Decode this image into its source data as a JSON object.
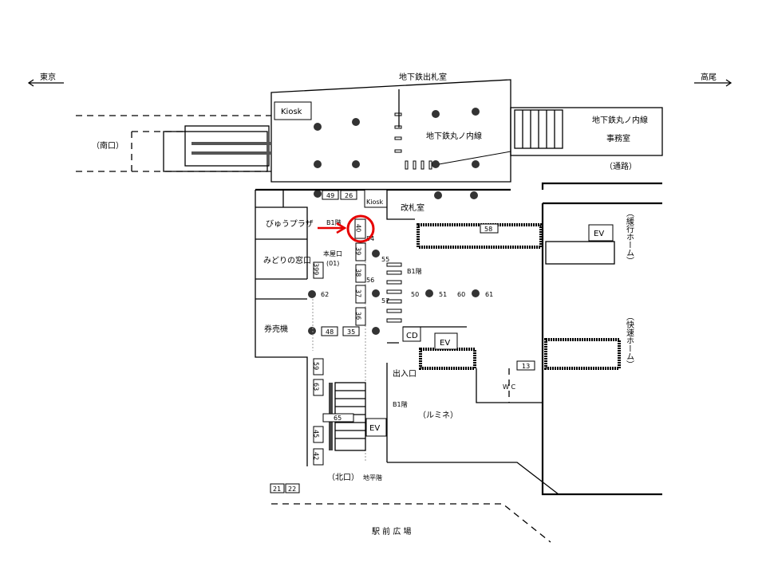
{
  "directions": {
    "left": "東京",
    "right": "高尾"
  },
  "areas": {
    "subway_gate_room": "地下鉄出札室",
    "kiosk_top": "Kiosk",
    "subway_line": "地下鉄丸ノ内線",
    "subway_office_1": "地下鉄丸ノ内線",
    "subway_office_2": "事務室",
    "passage": "（通路）",
    "south_exit": "（南口）",
    "view_plaza": "びゅうプラザ",
    "midori": "みどりの窓口",
    "ticket_machine": "券売機",
    "b1_floor_1": "B1階",
    "honya_exit": "本屋口",
    "honya_code": "(01)",
    "kiosk_small": "Kiosk",
    "gate_room": "改札室",
    "b1_floor_2": "B1階",
    "cd": "CD",
    "ev1": "EV",
    "ev2": "EV",
    "ev3": "EV",
    "exit": "出入口",
    "b1_floor_3": "B1階",
    "lumine": "（ルミネ）",
    "wc": "W C",
    "north_exit": "（北口）",
    "ground_floor": "地平階",
    "station_plaza": "駅 前 広 場",
    "local_platform": "（緩行ホーム）",
    "rapid_platform": "（快速ホーム）"
  },
  "locations": [
    "49",
    "26",
    "40",
    "39",
    "38",
    "37",
    "36",
    "48",
    "35",
    "399",
    "58",
    "13",
    "59",
    "63",
    "65",
    "45",
    "42",
    "21",
    "22"
  ],
  "small_codes": [
    "54",
    "55",
    "56",
    "57",
    "50",
    "51",
    "60",
    "61",
    "62"
  ],
  "highlight": {
    "target": "40",
    "color": "#e60000"
  }
}
